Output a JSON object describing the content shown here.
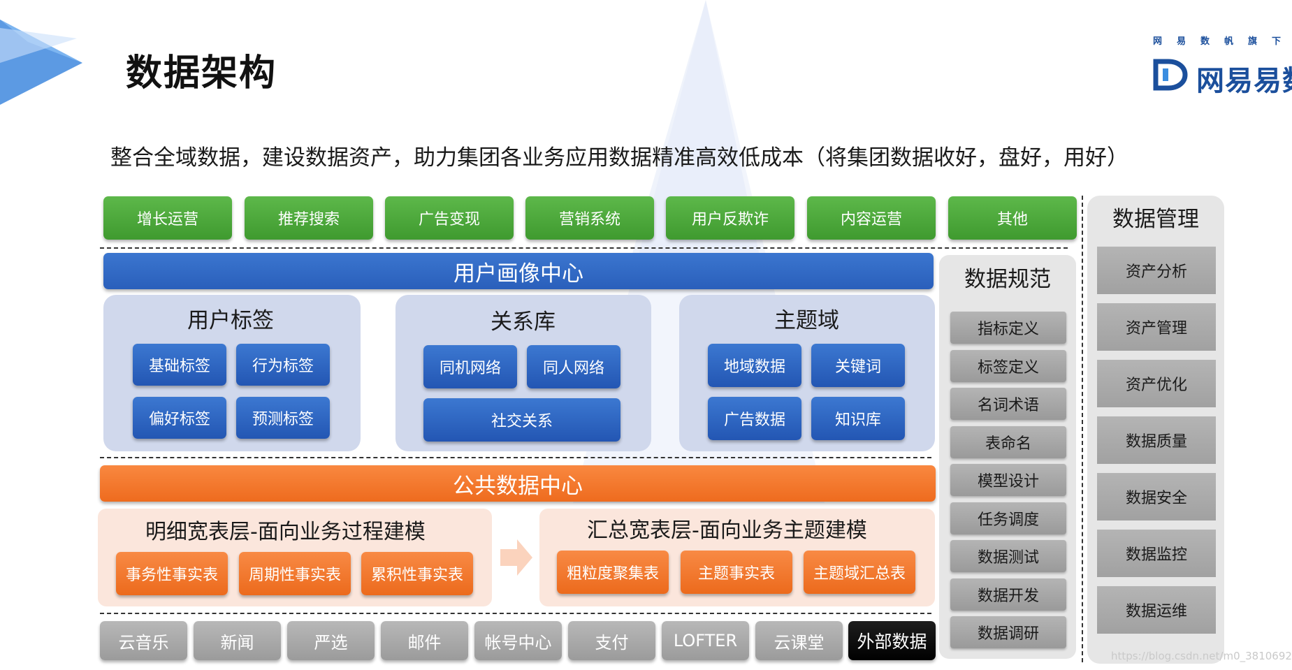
{
  "header": {
    "title": "数据架构",
    "subtitle": "整合全域数据，建设数据资产，助力集团各业务应用数据精准高效低成本（将集团数据收好，盘好，用好）"
  },
  "logo": {
    "tagline": "网易数帆旗下",
    "name": "网易易数",
    "color": "#1b4f9c"
  },
  "applications": [
    "增长运营",
    "推荐搜索",
    "广告变现",
    "营销系统",
    "用户反欺诈",
    "内容运营",
    "其他"
  ],
  "user_profile_center": {
    "title": "用户画像中心",
    "groups": [
      {
        "title": "用户标签",
        "items": [
          "基础标签",
          "行为标签",
          "偏好标签",
          "预测标签"
        ]
      },
      {
        "title": "关系库",
        "items": [
          "同机网络",
          "同人网络",
          "社交关系"
        ]
      },
      {
        "title": "主题域",
        "items": [
          "地域数据",
          "关键词",
          "广告数据",
          "知识库"
        ]
      }
    ]
  },
  "public_data_center": {
    "title": "公共数据中心",
    "layers": [
      {
        "title": "明细宽表层-面向业务过程建模",
        "items": [
          "事务性事实表",
          "周期性事实表",
          "累积性事实表"
        ]
      },
      {
        "title": "汇总宽表层-面向业务主题建模",
        "items": [
          "粗粒度聚集表",
          "主题事实表",
          "主题域汇总表"
        ]
      }
    ]
  },
  "data_sources": [
    "云音乐",
    "新闻",
    "严选",
    "邮件",
    "帐号中心",
    "支付",
    "LOFTER",
    "云课堂",
    "外部数据"
  ],
  "data_standards": {
    "title": "数据规范",
    "items": [
      "指标定义",
      "标签定义",
      "名词术语",
      "表命名",
      "模型设计",
      "任务调度",
      "数据测试",
      "数据开发",
      "数据调研"
    ]
  },
  "data_management": {
    "title": "数据管理",
    "items": [
      "资产分析",
      "资产管理",
      "资产优化",
      "数据质量",
      "数据安全",
      "数据监控",
      "数据运维"
    ]
  },
  "watermark": "https://blog.csdn.net/m0_38106923",
  "colors": {
    "green": "#4caa3a",
    "blue": "#2a63bf",
    "orange": "#f07025",
    "grey": "#a8a8a8"
  }
}
